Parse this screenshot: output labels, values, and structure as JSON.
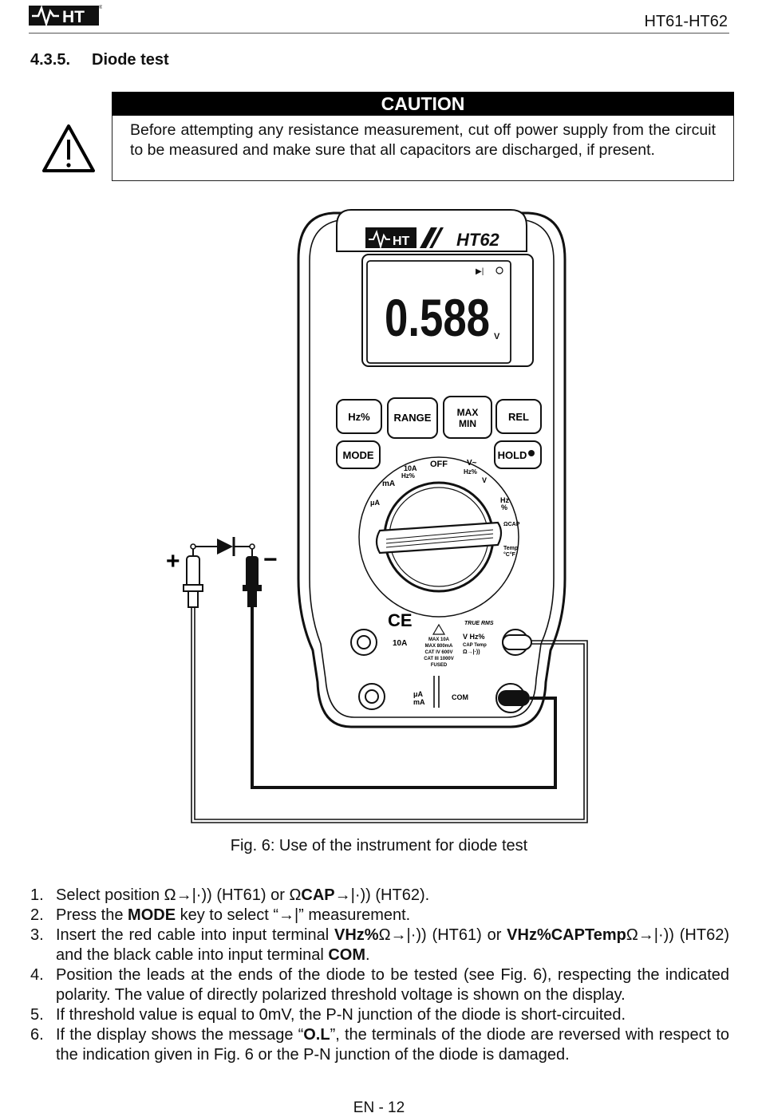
{
  "header": {
    "logo_text": "HT",
    "model": "HT61-HT62"
  },
  "section": {
    "number": "4.3.5.",
    "title": "Diode test"
  },
  "caution": {
    "title": "CAUTION",
    "text": "Before attempting any resistance measurement, cut off power supply from the circuit to be measured and make sure that all capacitors are discharged, if present."
  },
  "figure": {
    "brand": "HT",
    "model_badge": "HT62",
    "display_reading": "0.588",
    "display_unit": "V",
    "buttons": [
      "Hz%",
      "RANGE",
      "MAX MIN",
      "REL",
      "MODE",
      "HOLD"
    ],
    "dial_labels": [
      "OFF",
      "V~",
      "Hz%",
      "V",
      "Hz %",
      "ΩCAP",
      "Temp °C°F",
      "10A Hz%",
      "mA",
      "μA"
    ],
    "terminal_labels": [
      "10A",
      "μA mA",
      "COM",
      "V Hz% CAP Temp Ω"
    ],
    "marks": [
      "CE",
      "TRUE RMS",
      "MAX 10A",
      "MAX 800mA",
      "CAT IV 600V",
      "CAT III 1000V",
      "FUSED"
    ],
    "polarity_plus": "+",
    "polarity_minus": "−"
  },
  "caption": "Fig. 6: Use of the instrument for diode test",
  "steps": [
    {
      "n": "1.",
      "parts": [
        {
          "t": "Select position Ω",
          "b": false
        },
        {
          "t": "→|·))",
          "b": false
        },
        {
          "t": " (HT61) or Ω",
          "b": false
        },
        {
          "t": "CAP",
          "b": true
        },
        {
          "t": "→|·))",
          "b": false
        },
        {
          "t": " (HT62).",
          "b": false
        }
      ]
    },
    {
      "n": "2.",
      "parts": [
        {
          "t": "Press the ",
          "b": false
        },
        {
          "t": "MODE",
          "b": true
        },
        {
          "t": " key to select “→|” measurement.",
          "b": false
        }
      ]
    },
    {
      "n": "3.",
      "parts": [
        {
          "t": "Insert the red cable into input terminal ",
          "b": false
        },
        {
          "t": "VHz%",
          "b": true
        },
        {
          "t": "Ω→|·))",
          "b": false
        },
        {
          "t": " (HT61) or ",
          "b": false
        },
        {
          "t": "VHz%CAPTemp",
          "b": true
        },
        {
          "t": "Ω→|·)) (HT62) and the black cable into input terminal ",
          "b": false
        },
        {
          "t": "COM",
          "b": true
        },
        {
          "t": ".",
          "b": false
        }
      ]
    },
    {
      "n": "4.",
      "parts": [
        {
          "t": "Position the leads at the ends of the diode to be tested (see Fig. 6), respecting the indicated polarity. The value of directly polarized threshold voltage is shown on the display.",
          "b": false
        }
      ]
    },
    {
      "n": "5.",
      "parts": [
        {
          "t": "If threshold value is equal to 0mV, the P-N junction of the diode is short-circuited.",
          "b": false
        }
      ]
    },
    {
      "n": "6.",
      "parts": [
        {
          "t": "If the display shows the message “",
          "b": false
        },
        {
          "t": "O.L",
          "b": true
        },
        {
          "t": "”, the terminals of the diode are reversed with respect to the indication given in Fig. 6 or the P-N junction of the diode is damaged.",
          "b": false
        }
      ]
    }
  ],
  "footer": "EN - 12"
}
